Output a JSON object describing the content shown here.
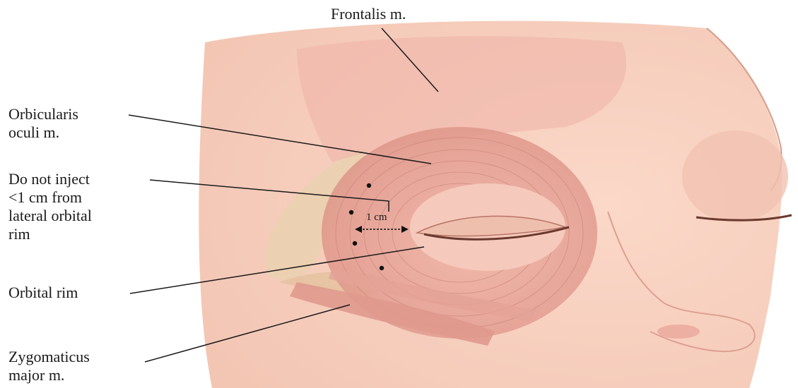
{
  "labels": {
    "frontalis": "Frontalis m.",
    "orbicularis_line1": "Orbicularis",
    "orbicularis_line2": "oculi m.",
    "do_not_inject_line1": "Do not inject",
    "do_not_inject_line2": "<1 cm from",
    "do_not_inject_line3": "lateral orbital",
    "do_not_inject_line4": "rim",
    "orbital_rim": "Orbital rim",
    "zygomaticus_line1": "Zygomaticus",
    "zygomaticus_line2": "major m.",
    "measure": "1 cm"
  },
  "colors": {
    "skin": "#f6cdbd",
    "muscle": "#e9a59a",
    "muscle_fiber": "#c97f76",
    "bone": "#e7c7a4",
    "leader_line": "#1a1a1a",
    "injection_dot": "#111111"
  }
}
